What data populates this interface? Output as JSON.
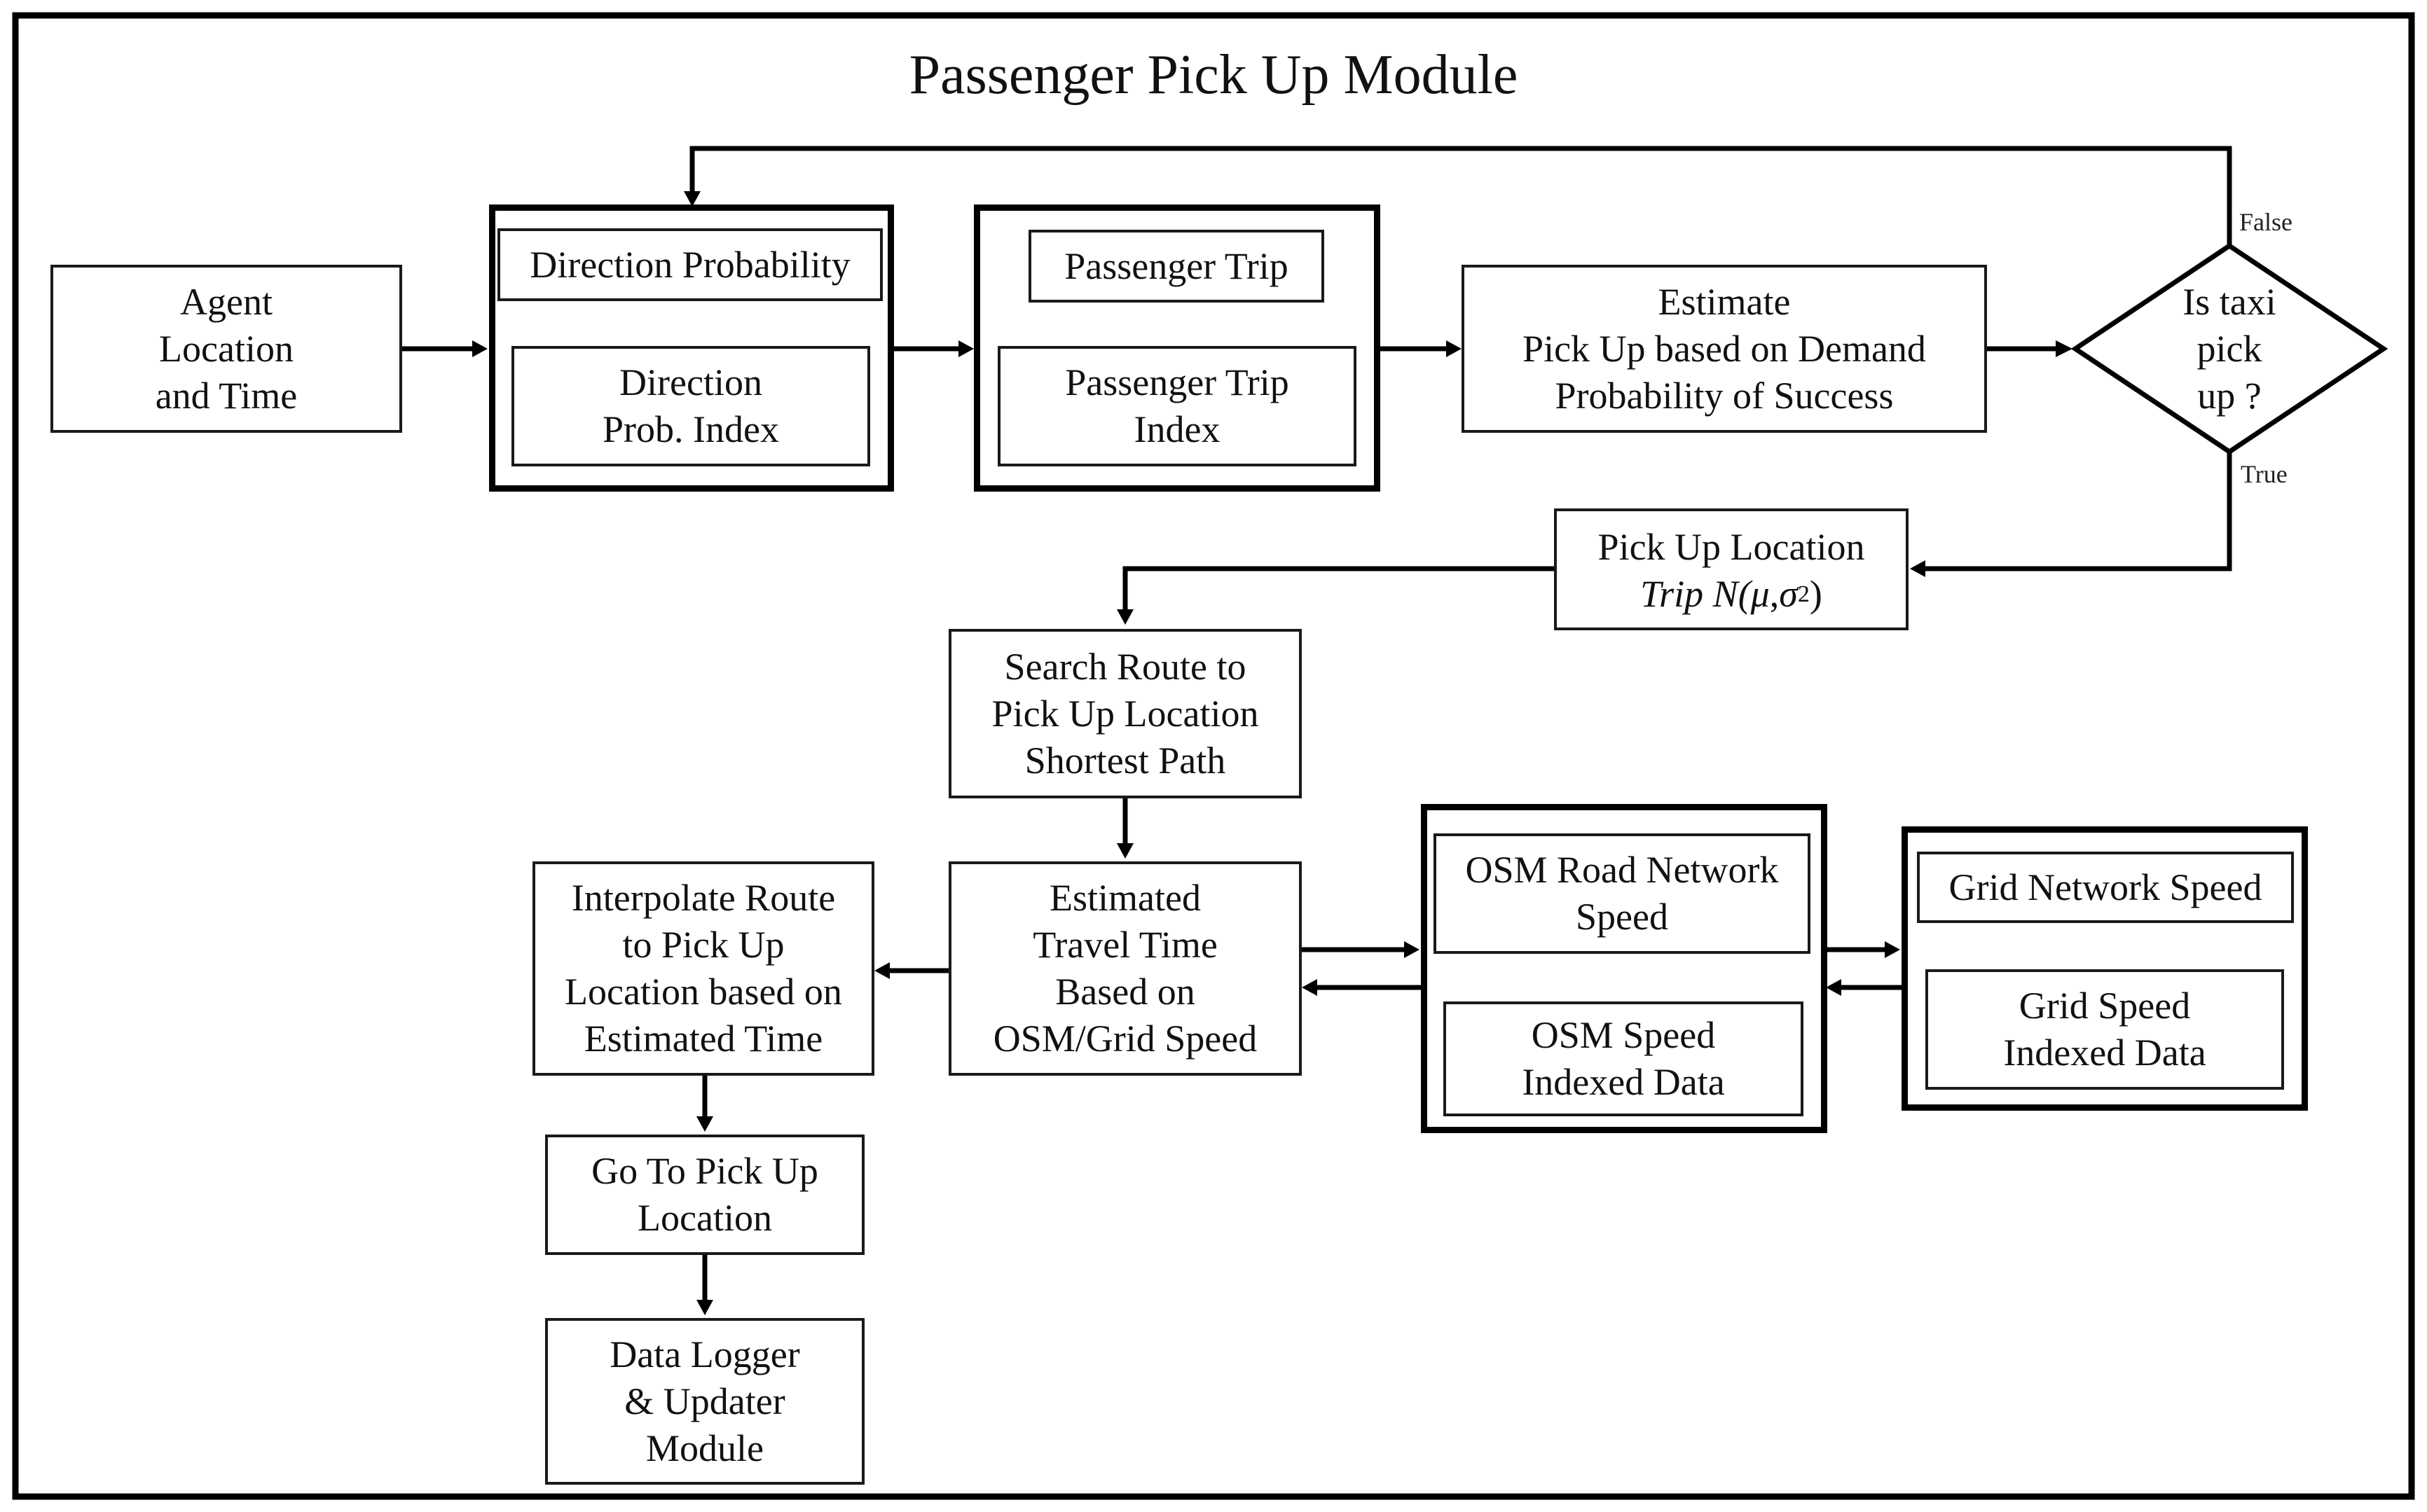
{
  "title": "Passenger Pick Up Module",
  "nodes": {
    "agent": "Agent\nLocation\nand Time",
    "direction_probability": "Direction Probability",
    "direction_prob_index": "Direction\nProb. Index",
    "passenger_trip": "Passenger Trip",
    "passenger_trip_index": "Passenger Trip\nIndex",
    "estimate_pickup": "Estimate\nPick Up based on Demand\nProbability of Success",
    "decision": "Is taxi\npick\nup ?",
    "pickup_location_line1": "Pick Up Location",
    "pickup_location_formula": {
      "trip": "Trip",
      "n": "N(",
      "mu": "μ",
      "comma": ",",
      "sigma": "σ",
      "exp": "2",
      "close": ")"
    },
    "search_route": "Search Route to\nPick Up Location\nShortest Path",
    "estimated_travel": "Estimated\nTravel Time\nBased on\nOSM/Grid Speed",
    "osm_road": "OSM Road Network\nSpeed",
    "osm_indexed": "OSM Speed\nIndexed Data",
    "grid_network": "Grid Network Speed",
    "grid_indexed": "Grid Speed\nIndexed Data",
    "interpolate_route": "Interpolate Route\nto Pick Up\nLocation based on\nEstimated Time",
    "go_to_pickup": "Go To Pick Up\nLocation",
    "data_logger": "Data Logger\n& Updater\nModule"
  },
  "edge_labels": {
    "false": "False",
    "true": "True"
  }
}
